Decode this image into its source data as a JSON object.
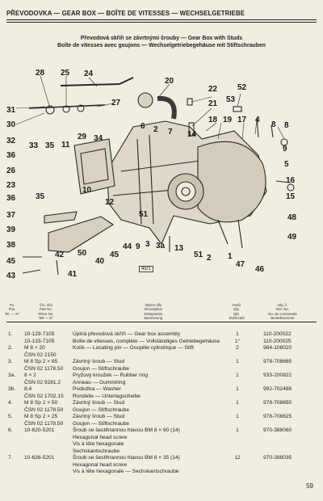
{
  "header": {
    "title": "PŘEVODOVKA — GEAR BOX — BOÎTE DE VITESSES — WECHSELGETRIEBE"
  },
  "figure": {
    "caption_line1": "Převodová skříň se závrtnými šrouby — Gear Box with Studs",
    "caption_line2": "Boîte de vitesses avec goujons — Wechselgetriebegehäuse mit Stiftschrauben",
    "fig_number": "45/1",
    "callouts": [
      "28",
      "25",
      "24",
      "20",
      "22",
      "52",
      "31",
      "27",
      "21",
      "53",
      "30",
      "18",
      "19",
      "17",
      "4",
      "8",
      "32",
      "29",
      "34",
      "6",
      "2",
      "7",
      "14",
      "9",
      "36",
      "33",
      "35",
      "11",
      "5",
      "26",
      "10",
      "3",
      "23",
      "16",
      "37",
      "12",
      "15",
      "39",
      "51",
      "48",
      "38",
      "44",
      "9",
      "3",
      "3a",
      "13",
      "49",
      "40",
      "42",
      "51",
      "2",
      "1",
      "45",
      "47",
      "46",
      "43",
      "41",
      "50",
      "8",
      "9"
    ]
  },
  "columns": {
    "pos": [
      "Po.",
      "Pos.",
      "Tel. — N°"
    ],
    "part": [
      "Čís. dílu",
      "Part No.",
      "Pièce No.",
      "Teil — N°"
    ],
    "desc": [
      "Název dílu",
      "Description",
      "Désignation",
      "Benennung"
    ],
    "qty": [
      "Kusů",
      "Qty.",
      "Qté.",
      "Stückzahl"
    ],
    "ref": [
      "Obj. č.",
      "Ref. No.",
      "No. de commande",
      "Bestellnummer"
    ]
  },
  "rows": [
    {
      "pos": "1.",
      "part": "10-129-7105",
      "desc": "Úplná převodová skříň — Gear box assembly",
      "qty": "1",
      "ref": "110-200022"
    },
    {
      "pos": "",
      "part": "10-133-7105",
      "desc": "Boîte de vitesses, complète — Vollständiges Getriebegehäuse",
      "qty": "1°",
      "ref": "110-200025"
    },
    {
      "pos": "2.",
      "part": "M 8 × 20",
      "desc": "Kolík — Locating pin — Goupille cylindrique — Stift",
      "qty": "2",
      "ref": "984-108020"
    },
    {
      "pos": "",
      "part": "ČSN 02 2150",
      "desc": "",
      "qty": "",
      "ref": ""
    },
    {
      "pos": "3.",
      "part": "M 8 Sp 2 × 85",
      "desc": "Závrtný šroub — Stud",
      "qty": "1",
      "ref": "978-708685"
    },
    {
      "pos": "",
      "part": "ČSN 02 1178.50",
      "desc": "Goujon — Stiftschraube",
      "qty": "",
      "ref": ""
    },
    {
      "pos": "3a.",
      "part": "8 × 2",
      "desc": "Pryžový kroužek — Rubber ring",
      "qty": "1",
      "ref": "933-200822"
    },
    {
      "pos": "",
      "part": "ČSN 02 9281.2",
      "desc": "Anneau — Gummiring",
      "qty": "",
      "ref": ""
    },
    {
      "pos": "3b.",
      "part": "8,4",
      "desc": "Podložka — Washer",
      "qty": "1",
      "ref": "992-702488"
    },
    {
      "pos": "",
      "part": "ČSN 02 1702.15",
      "desc": "Rondelle — Unterlagscheibe",
      "qty": "",
      "ref": ""
    },
    {
      "pos": "4.",
      "part": "M 8 Sp 2 × 50",
      "desc": "Závrtný šroub — Stud",
      "qty": "1",
      "ref": "978-708650"
    },
    {
      "pos": "",
      "part": "ČSN 02 1178.50",
      "desc": "Goujon — Stiftschraube",
      "qty": "",
      "ref": ""
    },
    {
      "pos": "5.",
      "part": "M 8 Sp 2 × 25",
      "desc": "Závrtný šroub — Stud",
      "qty": "1",
      "ref": "978-708625"
    },
    {
      "pos": "",
      "part": "ČSN 02 1178.50",
      "desc": "Goujon — Stiftschraube",
      "qty": "",
      "ref": ""
    },
    {
      "pos": "6.",
      "part": "10-620-5201",
      "desc": "Šroub se šestihrannou hlavou BM 8 × 60 (14)",
      "qty": "1",
      "ref": "970-388060"
    },
    {
      "pos": "",
      "part": "",
      "desc": "Hexagonal head screw",
      "qty": "",
      "ref": ""
    },
    {
      "pos": "",
      "part": "",
      "desc": "Vis à tête hexagonale",
      "qty": "",
      "ref": ""
    },
    {
      "pos": "",
      "part": "",
      "desc": "Sechskantschraube",
      "qty": "",
      "ref": ""
    },
    {
      "pos": "7.",
      "part": "10-626-5201",
      "desc": "Šroub se šestihrannou hlavou BM 8 × 35 (14)",
      "qty": "12",
      "ref": "970-388035"
    },
    {
      "pos": "",
      "part": "",
      "desc": "Hexagonal head screw",
      "qty": "",
      "ref": ""
    },
    {
      "pos": "",
      "part": "",
      "desc": "Vis à tête hexagonale — Sechskantschraube",
      "qty": "",
      "ref": ""
    }
  ],
  "page_number": "59"
}
